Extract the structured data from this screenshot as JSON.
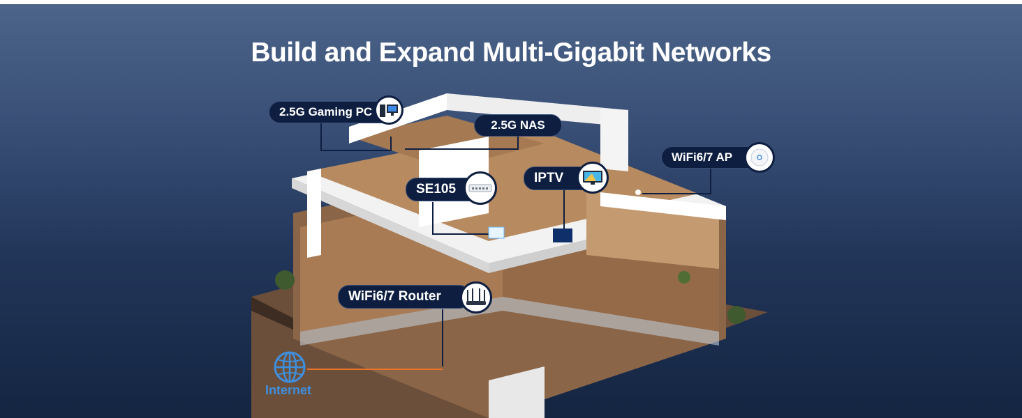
{
  "headline": "Build and Expand Multi-Gigabit Networks",
  "labels": {
    "gaming_pc": "2.5G Gaming PC",
    "nas": "2.5G NAS",
    "ap": "WiFi6/7 AP",
    "se105": "SE105",
    "iptv": "IPTV",
    "router": "WiFi6/7 Router",
    "internet": "Internet"
  },
  "icons": {
    "gaming_pc": "desktop-computer-icon",
    "ap": "ceiling-access-point-icon",
    "se105": "network-switch-icon",
    "iptv": "tv-icon",
    "router": "wifi-router-icon",
    "internet": "globe-icon"
  },
  "colors": {
    "background_top": "#4c6489",
    "background_bottom": "#142541",
    "pill": "#0e1e40",
    "connector": "#0e1e40",
    "internet_cable": "#e8732a",
    "internet_text": "#3f8fdd"
  }
}
